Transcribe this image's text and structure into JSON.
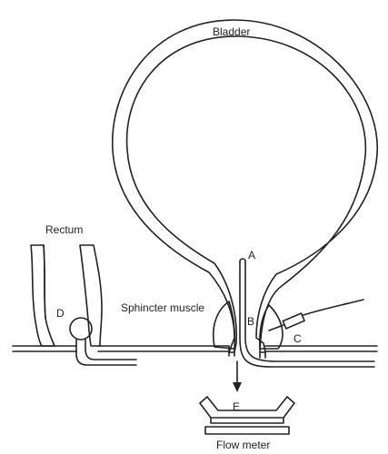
{
  "labels": {
    "bladder": "Bladder",
    "rectum": "Rectum",
    "sphincter_muscle": "Sphincter muscle",
    "flow_meter": "Flow meter",
    "a": "A",
    "b": "B",
    "c": "C",
    "d": "D",
    "e": "E"
  },
  "colors": {
    "line": "#222222",
    "stipple": "#bbbbbb",
    "background": "#ffffff"
  }
}
